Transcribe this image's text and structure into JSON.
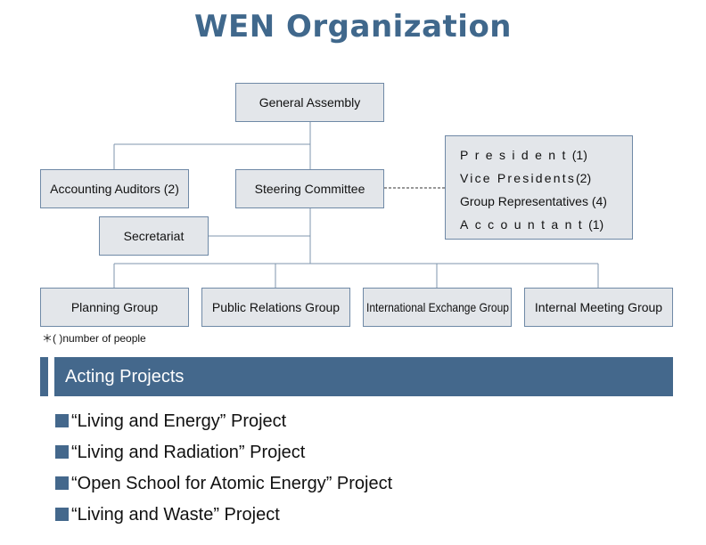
{
  "title": "WEN Organization",
  "boxes": {
    "general_assembly": "General Assembly",
    "accounting_auditors": "Accounting Auditors (2)",
    "steering_committee": "Steering Committee",
    "secretariat": "Secretariat",
    "planning_group": "Planning Group",
    "public_relations_group": "Public Relations Group",
    "international_exchange_group": "International Exchange Group",
    "internal_meeting_group": "Internal Meeting Group"
  },
  "officers": [
    {
      "role": "President",
      "count": "(1)"
    },
    {
      "role": "Vice Presidents",
      "count": "(2)"
    },
    {
      "role": "Group Representatives",
      "count": "(4)"
    },
    {
      "role": "Accountant",
      "count": "(1)"
    }
  ],
  "note": "＊( )number of people",
  "acting_projects": {
    "heading": "Acting Projects",
    "items": [
      "“Living and Energy” Project",
      "“Living and Radiation” Project",
      "“Open School for Atomic Energy” Project",
      "“Living and Waste” Project"
    ]
  },
  "colors": {
    "title": "#40688c",
    "banner": "#44688c",
    "box_fill": "#e3e6ea",
    "box_border": "#6f89a6",
    "connector": "#7f96ae"
  }
}
